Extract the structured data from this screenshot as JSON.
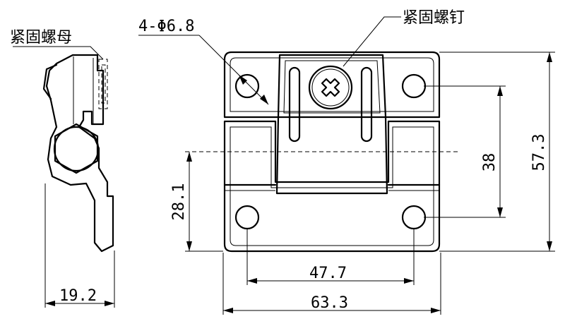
{
  "labels": {
    "nut": "紧固螺母",
    "screw": "紧固螺钉",
    "holes": "4-Φ6.8"
  },
  "dimensions": {
    "side_width": "19.2",
    "hole_pitch_h": "47.7",
    "overall_width": "63.3",
    "hole_pitch_v": "38",
    "overall_height": "57.3",
    "axis_height": "28.1"
  }
}
